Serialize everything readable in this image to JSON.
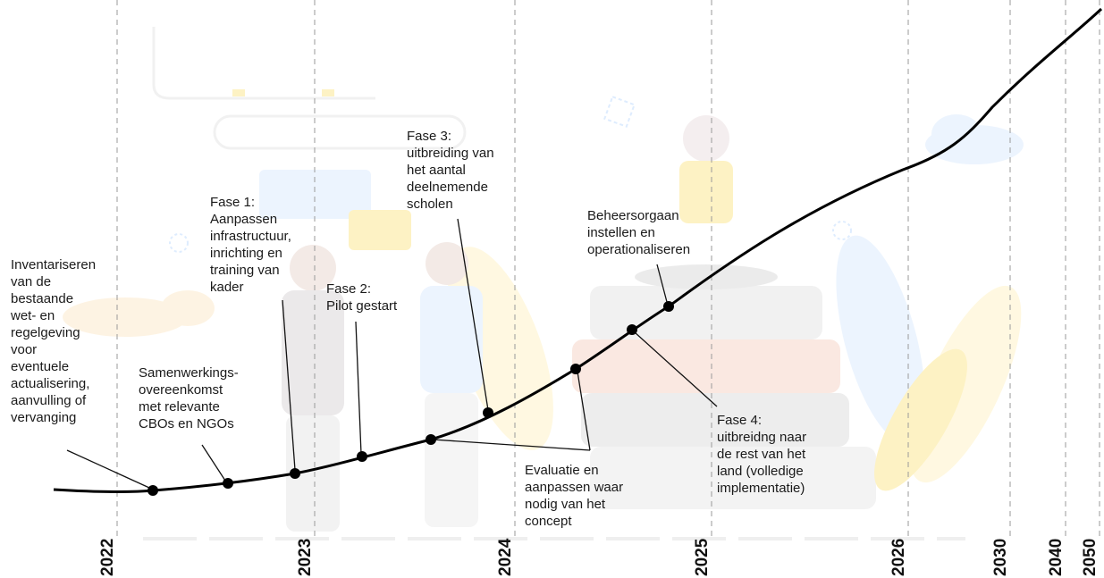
{
  "timeline": {
    "years": [
      "2022",
      "2023",
      "2024",
      "2025",
      "2026",
      "2030",
      "2040",
      "2050"
    ],
    "line_color": "#000000",
    "gridline_color": "#999999"
  },
  "annotations": {
    "inventariseren": "Inventariseren\nvan de\nbestaande\nwet- en\nregelgeving\nvoor\neventuele\nactualisering,\naanvulling of\nvervanging",
    "samenwerking": "Samenwerkings-\novereenkomst\nmet relevante\nCBOs en NGOs",
    "fase1": "Fase 1:\nAanpassen\ninfrastructuur,\ninrichting en\ntraining van\nkader",
    "fase2": "Fase 2:\nPilot gestart",
    "fase3": "Fase 3:\nuitbreiding van\nhet aantal\ndeelnemende\nscholen",
    "beheersorgaan": "Beheersorgaan\ninstellen en\noperationaliseren",
    "evaluatie": "Evaluatie en\naanpassen waar\nnodig van het\nconcept",
    "fase4": "Fase 4:\nuitbreidng naar\nde rest van het\nland (volledige\nimplementatie)"
  },
  "background": {
    "accent_yellow": "#fde68a",
    "accent_blue": "#bfdbfe",
    "accent_peach": "#f6d3c4",
    "accent_gray": "#d9d9d9"
  }
}
